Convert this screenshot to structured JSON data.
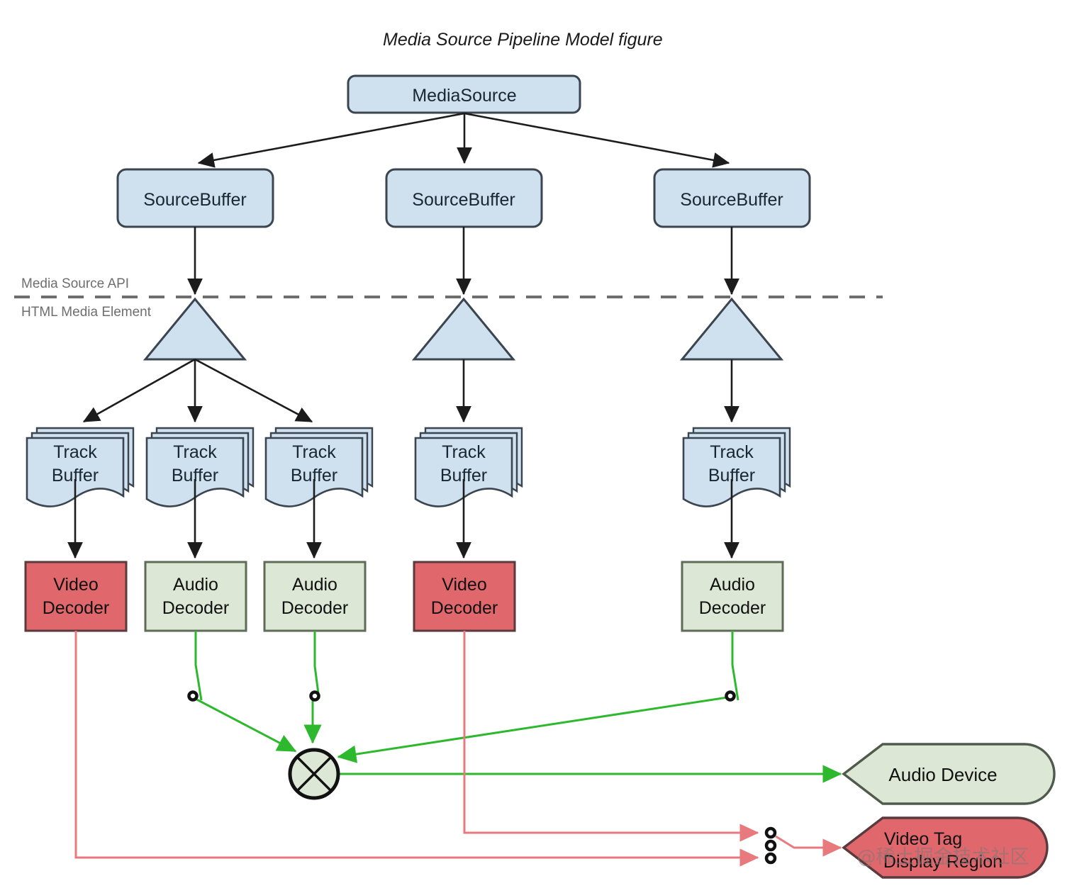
{
  "figure": {
    "title": "Media Source Pipeline Model figure",
    "watermark": "@稀土掘金技术社区"
  },
  "divider": {
    "above_label": "Media Source API",
    "below_label": "HTML Media Element"
  },
  "nodes": {
    "media_source": {
      "label": "MediaSource"
    },
    "source_buffers": [
      {
        "label": "SourceBuffer"
      },
      {
        "label": "SourceBuffer"
      },
      {
        "label": "SourceBuffer"
      }
    ],
    "track_buffers": [
      {
        "line1": "Track",
        "line2": "Buffer"
      },
      {
        "line1": "Track",
        "line2": "Buffer"
      },
      {
        "line1": "Track",
        "line2": "Buffer"
      },
      {
        "line1": "Track",
        "line2": "Buffer"
      },
      {
        "line1": "Track",
        "line2": "Buffer"
      }
    ],
    "decoders": [
      {
        "line1": "Video",
        "line2": "Decoder",
        "kind": "video"
      },
      {
        "line1": "Audio",
        "line2": "Decoder",
        "kind": "audio"
      },
      {
        "line1": "Audio",
        "line2": "Decoder",
        "kind": "audio"
      },
      {
        "line1": "Video",
        "line2": "Decoder",
        "kind": "video"
      },
      {
        "line1": "Audio",
        "line2": "Decoder",
        "kind": "audio"
      }
    ],
    "audio_device": {
      "label": "Audio Device"
    },
    "video_tag": {
      "line1": "Video Tag",
      "line2": "Display Region"
    }
  },
  "colors": {
    "blue_fill": "#cfe0ef",
    "blue_stroke": "#3a4550",
    "red_fill": "#e0676c",
    "red_stroke": "#5a3a3c",
    "green_fill": "#dce8d5",
    "green_stroke": "#5e6b57",
    "audio_path": "#2eb82e",
    "video_path": "#e8797d",
    "line": "#1c1c1c",
    "divider": "#6e6e6e",
    "background": "#ffffff"
  }
}
